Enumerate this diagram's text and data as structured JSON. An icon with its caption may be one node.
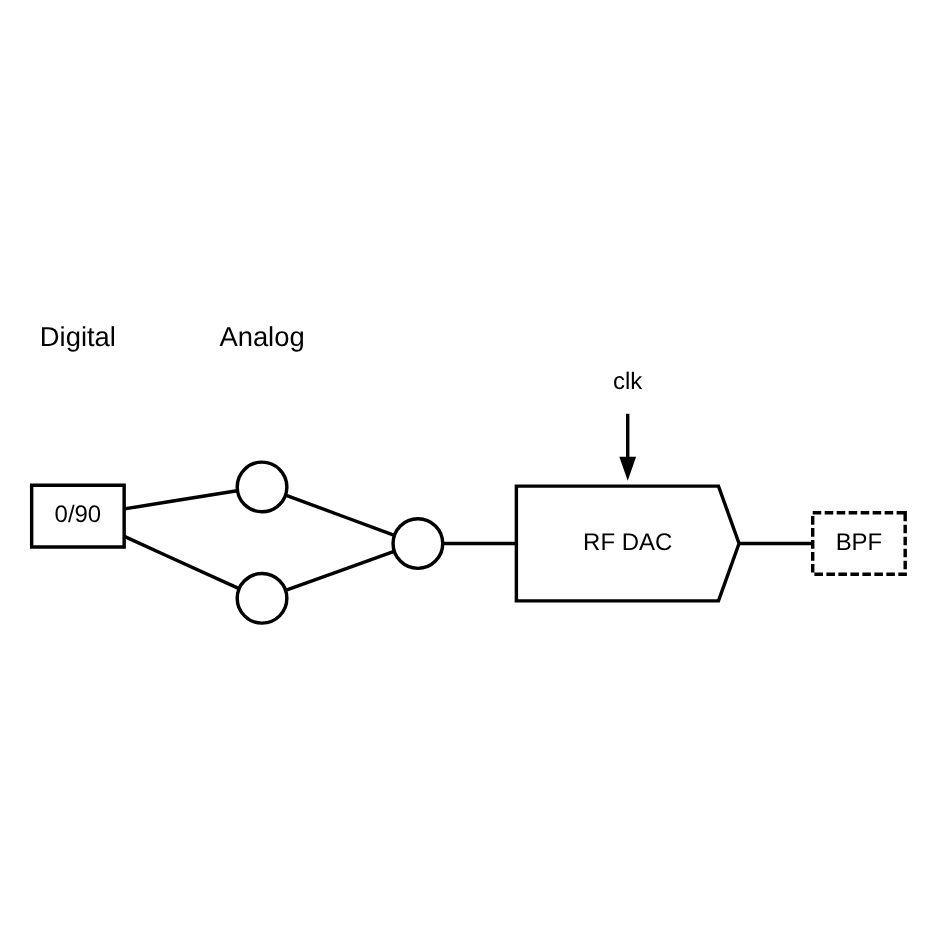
{
  "diagram": {
    "nodes": [
      {
        "text": [],
        "shape": "circle"
      },
      {
        "text": [
          "0/90"
        ]
      },
      {
        "text": [],
        "shape": "circle"
      },
      {
        "text": [
          "RF DAC"
        ]
      },
      {
        "text": [
          "BPF"
        ]
      },
      {
        "text": [],
        "shape": "circle"
      },
      {
        "text": [
          "clk"
        ]
      }
    ],
    "edges": [
      {
        "from": 1,
        "to": 0,
        "arrow": "none"
      },
      {
        "from": 1,
        "to": 5,
        "arrow": "none"
      },
      {
        "from": 0,
        "to": 2,
        "arrow": "none"
      },
      {
        "from": 5,
        "to": 2,
        "arrow": "none"
      },
      {
        "from": 2,
        "to": 3,
        "arrow": "none"
      },
      {
        "from": 3,
        "to": 4,
        "arrow": "none"
      },
      {
        "from": 6,
        "to": 3,
        "arrow": "to"
      }
    ],
    "labels": [
      "Digital",
      "Analog"
    ]
  }
}
